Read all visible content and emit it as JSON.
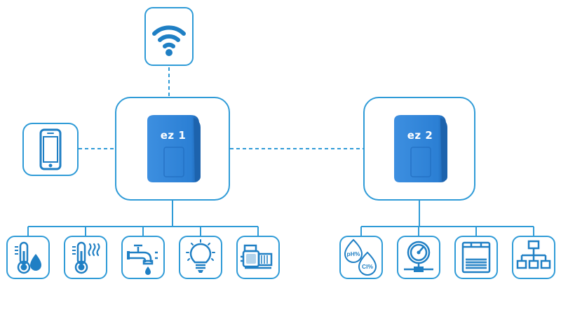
{
  "colors": {
    "line": "#2f9bd7",
    "icon": "#1f7fc4",
    "device": "#2b7fd4"
  },
  "hub1": {
    "label": "ez 1",
    "mark": "ez",
    "num": "1"
  },
  "hub2": {
    "label": "ez 2",
    "mark": "ez",
    "num": "2"
  },
  "wifi": {
    "icon": "wifi-icon"
  },
  "phone": {
    "icon": "smartphone-icon"
  },
  "hub1_sensors": [
    {
      "icon": "water-temperature-icon"
    },
    {
      "icon": "air-temperature-icon"
    },
    {
      "icon": "water-tap-icon"
    },
    {
      "icon": "light-bulb-icon"
    },
    {
      "icon": "pool-pump-icon"
    }
  ],
  "hub2_sensors": [
    {
      "icon": "ph-chlorine-icon",
      "text1": "pH%",
      "text2": "Cl%"
    },
    {
      "icon": "pressure-gauge-icon"
    },
    {
      "icon": "pool-cover-icon"
    },
    {
      "icon": "network-hierarchy-icon"
    }
  ]
}
